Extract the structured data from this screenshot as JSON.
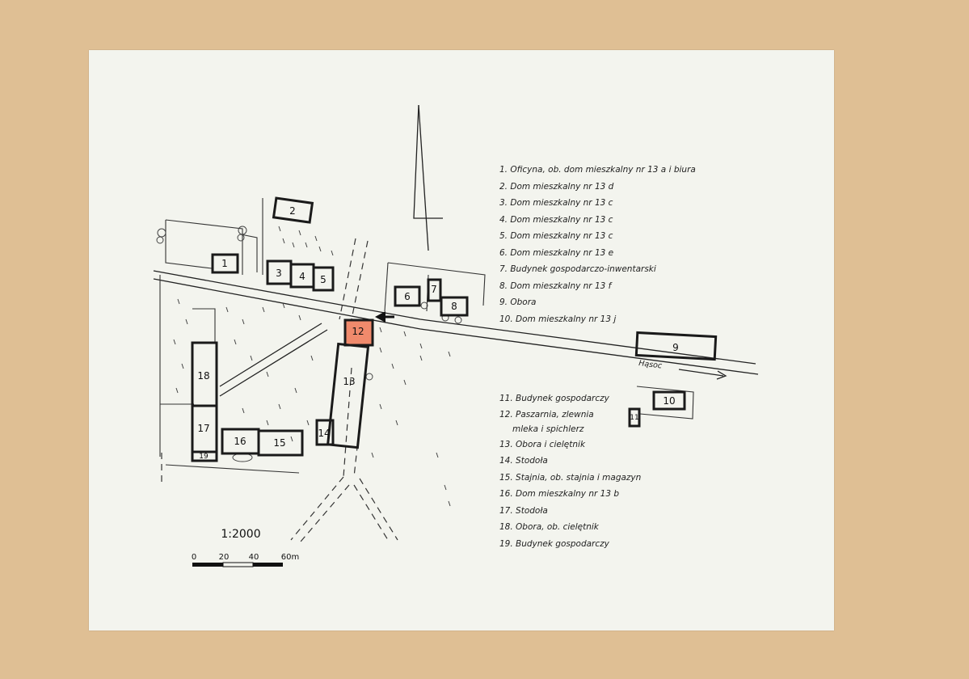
{
  "map": {
    "scale_label": "1:2000",
    "scale_ticks": [
      "0",
      "20",
      "40",
      "60m"
    ],
    "road_name": "Hąsoc",
    "highlight_color": "#f08a6c",
    "buildings": [
      {
        "id": "1",
        "label": "1"
      },
      {
        "id": "2",
        "label": "2"
      },
      {
        "id": "3",
        "label": "3"
      },
      {
        "id": "4",
        "label": "4"
      },
      {
        "id": "5",
        "label": "5"
      },
      {
        "id": "6",
        "label": "6"
      },
      {
        "id": "7",
        "label": "7"
      },
      {
        "id": "8",
        "label": "8"
      },
      {
        "id": "9",
        "label": "9"
      },
      {
        "id": "10",
        "label": "10"
      },
      {
        "id": "11",
        "label": "11"
      },
      {
        "id": "12",
        "label": "12",
        "highlighted": true
      },
      {
        "id": "13",
        "label": "13"
      },
      {
        "id": "14",
        "label": "14"
      },
      {
        "id": "15",
        "label": "15"
      },
      {
        "id": "16",
        "label": "16"
      },
      {
        "id": "17",
        "label": "17"
      },
      {
        "id": "18",
        "label": "18"
      },
      {
        "id": "19",
        "label": "19"
      }
    ]
  },
  "legend_top": [
    "1. Oficyna, ob. dom mieszkalny nr 13 a i biura",
    "2. Dom mieszkalny nr 13 d",
    "3. Dom mieszkalny nr 13 c",
    "4. Dom mieszkalny nr 13 c",
    "5. Dom mieszkalny nr 13 c",
    "6. Dom mieszkalny nr 13 e",
    "7. Budynek gospodarczo-inwentarski",
    "8. Dom mieszkalny nr 13 f",
    "9. Obora",
    "10. Dom mieszkalny nr 13 j"
  ],
  "legend_bottom": {
    "item11": "11. Budynek gospodarczy",
    "item12_line1": "12. Paszarnia, zlewnia",
    "item12_line2": "mleka i spichlerz",
    "rest": [
      "13. Obora i cielętnik",
      "14. Stodoła",
      "15. Stajnia, ob. stajnia i magazyn",
      "16. Dom mieszkalny nr 13 b",
      "17. Stodoła",
      "18. Obora, ob. cielętnik",
      "19. Budynek gospodarczy"
    ]
  }
}
